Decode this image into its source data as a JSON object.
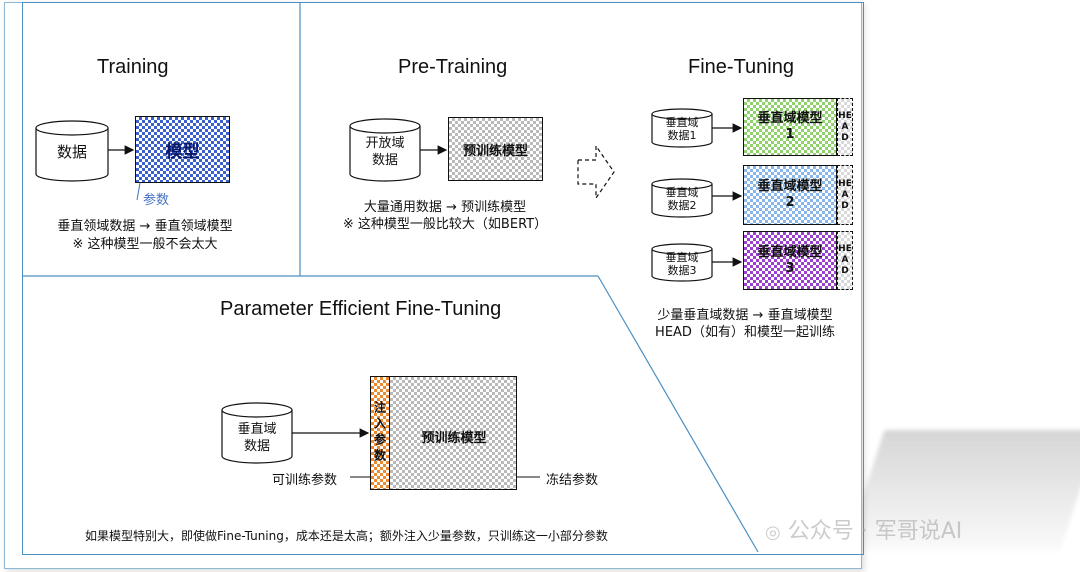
{
  "training": {
    "title": "Training",
    "data_label": "数据",
    "model_label": "模型",
    "param_label": "参数",
    "caption_line1": "垂直领域数据 → 垂直领域模型",
    "caption_line2": "※ 这种模型一般不会太大"
  },
  "pretraining": {
    "title": "Pre-Training",
    "data_line1": "开放域",
    "data_line2": "数据",
    "model_label": "预训练模型",
    "caption_line1": "大量通用数据 → 预训练模型",
    "caption_line2": "※ 这种模型一般比较大（如BERT）"
  },
  "finetuning": {
    "title": "Fine-Tuning",
    "rows": [
      {
        "data_line1": "垂直域",
        "data_line2": "数据1",
        "model_line1": "垂直域模型",
        "model_line2": "1",
        "head": "HEAD"
      },
      {
        "data_line1": "垂直域",
        "data_line2": "数据2",
        "model_line1": "垂直域模型",
        "model_line2": "2",
        "head": "HEAD"
      },
      {
        "data_line1": "垂直域",
        "data_line2": "数据3",
        "model_line1": "垂直域模型",
        "model_line2": "3",
        "head": "HEAD"
      }
    ],
    "caption_line1": "少量垂直域数据 → 垂直域模型",
    "caption_line2": "HEAD（如有）和模型一起训练"
  },
  "peft": {
    "title": "Parameter Efficient Fine-Tuning",
    "data_line1": "垂直域",
    "data_line2": "数据",
    "inject_label": "注入参数",
    "model_label": "预训练模型",
    "trainable_label": "可训练参数",
    "frozen_label": "冻结参数",
    "caption": "如果模型特别大，即使做Fine-Tuning，成本还是太高；额外注入少量参数，只训练这一小部分参数"
  },
  "watermark": "公众号 · 军哥说AI",
  "colors": {
    "frame": "#4a8fc2",
    "param": "#4472c4",
    "blue_check": "#3a5fcf",
    "green_check": "#8fd16b",
    "light_blue_check": "#88b6e8",
    "purple_check": "#9a3fcf",
    "orange_check": "#ee8a2e",
    "gray_check": "#b9b9b9"
  }
}
